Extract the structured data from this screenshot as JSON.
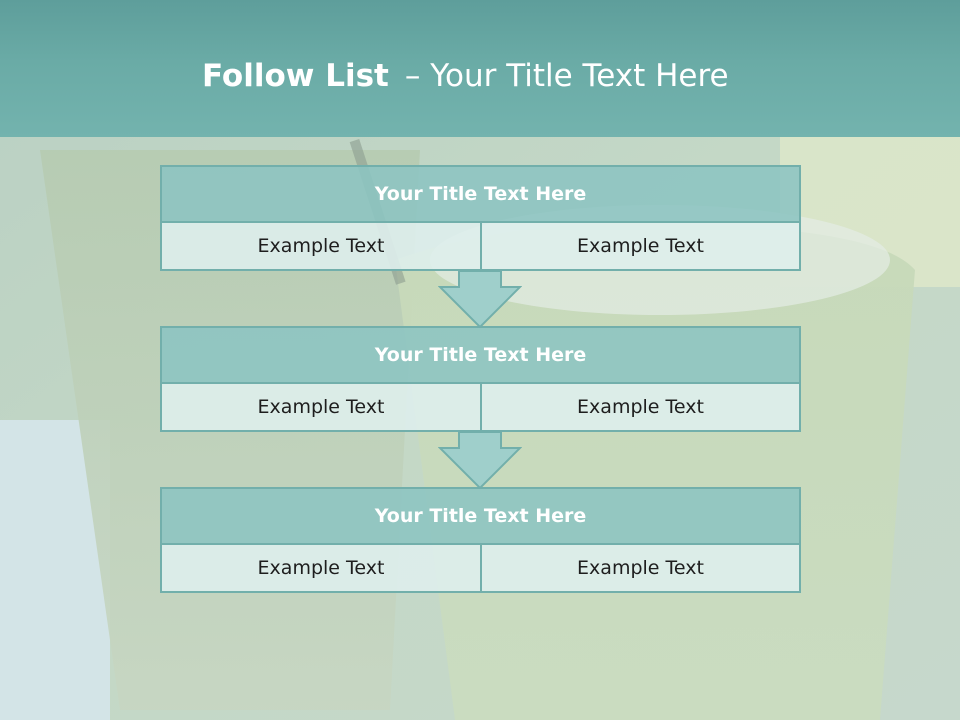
{
  "header": {
    "title_strong": "Follow List",
    "title_rest": "– Your Title Text Here"
  },
  "blocks": [
    {
      "title": "Your Title Text Here",
      "left": "Example Text",
      "right": "Example Text"
    },
    {
      "title": "Your Title Text Here",
      "left": "Example Text",
      "right": "Example Text"
    },
    {
      "title": "Your Title Text Here",
      "left": "Example Text",
      "right": "Example Text"
    }
  ],
  "colors": {
    "header": "#6aaba6",
    "accent": "#72afab",
    "title_fill": "#8cc4c1",
    "cell_fill": "#deeeec",
    "arrow": "#9fcfcb"
  }
}
